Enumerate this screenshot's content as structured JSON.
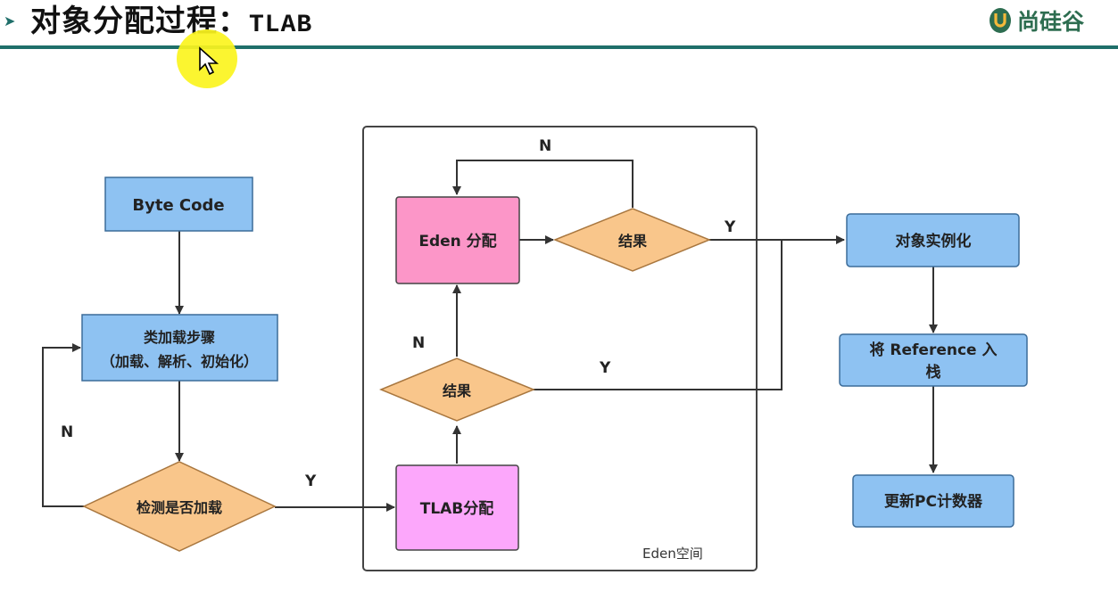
{
  "header": {
    "title_cn": "对象分配过程：",
    "title_en": "TLAB",
    "logo_text": "尚硅谷",
    "logo_icon": "u-logo-icon"
  },
  "colors": {
    "accent": "#1f6f6a",
    "blue": "#8ec2f2",
    "orange": "#f9c68b",
    "pink": "#fc96c8",
    "magenta": "#fca7fb",
    "highlight": "#fbf41e"
  },
  "diagram": {
    "frame_label": "Eden空间",
    "nodes": {
      "bytecode": "Byte Code",
      "classload_line1": "类加载步骤",
      "classload_line2": "（加载、解析、初始化）",
      "check": "检测是否加载",
      "tlab": "TLAB分配",
      "result_lower": "结果",
      "eden": "Eden 分配",
      "result_upper": "结果",
      "instantiate": "对象实例化",
      "push_line1": "将 Reference 入",
      "push_line2": "栈",
      "pc": "更新PC计数器"
    },
    "edge_labels": {
      "check_no": "N",
      "check_yes": "Y",
      "lower_no": "N",
      "lower_yes": "Y",
      "upper_no": "N",
      "upper_yes": "Y"
    }
  }
}
